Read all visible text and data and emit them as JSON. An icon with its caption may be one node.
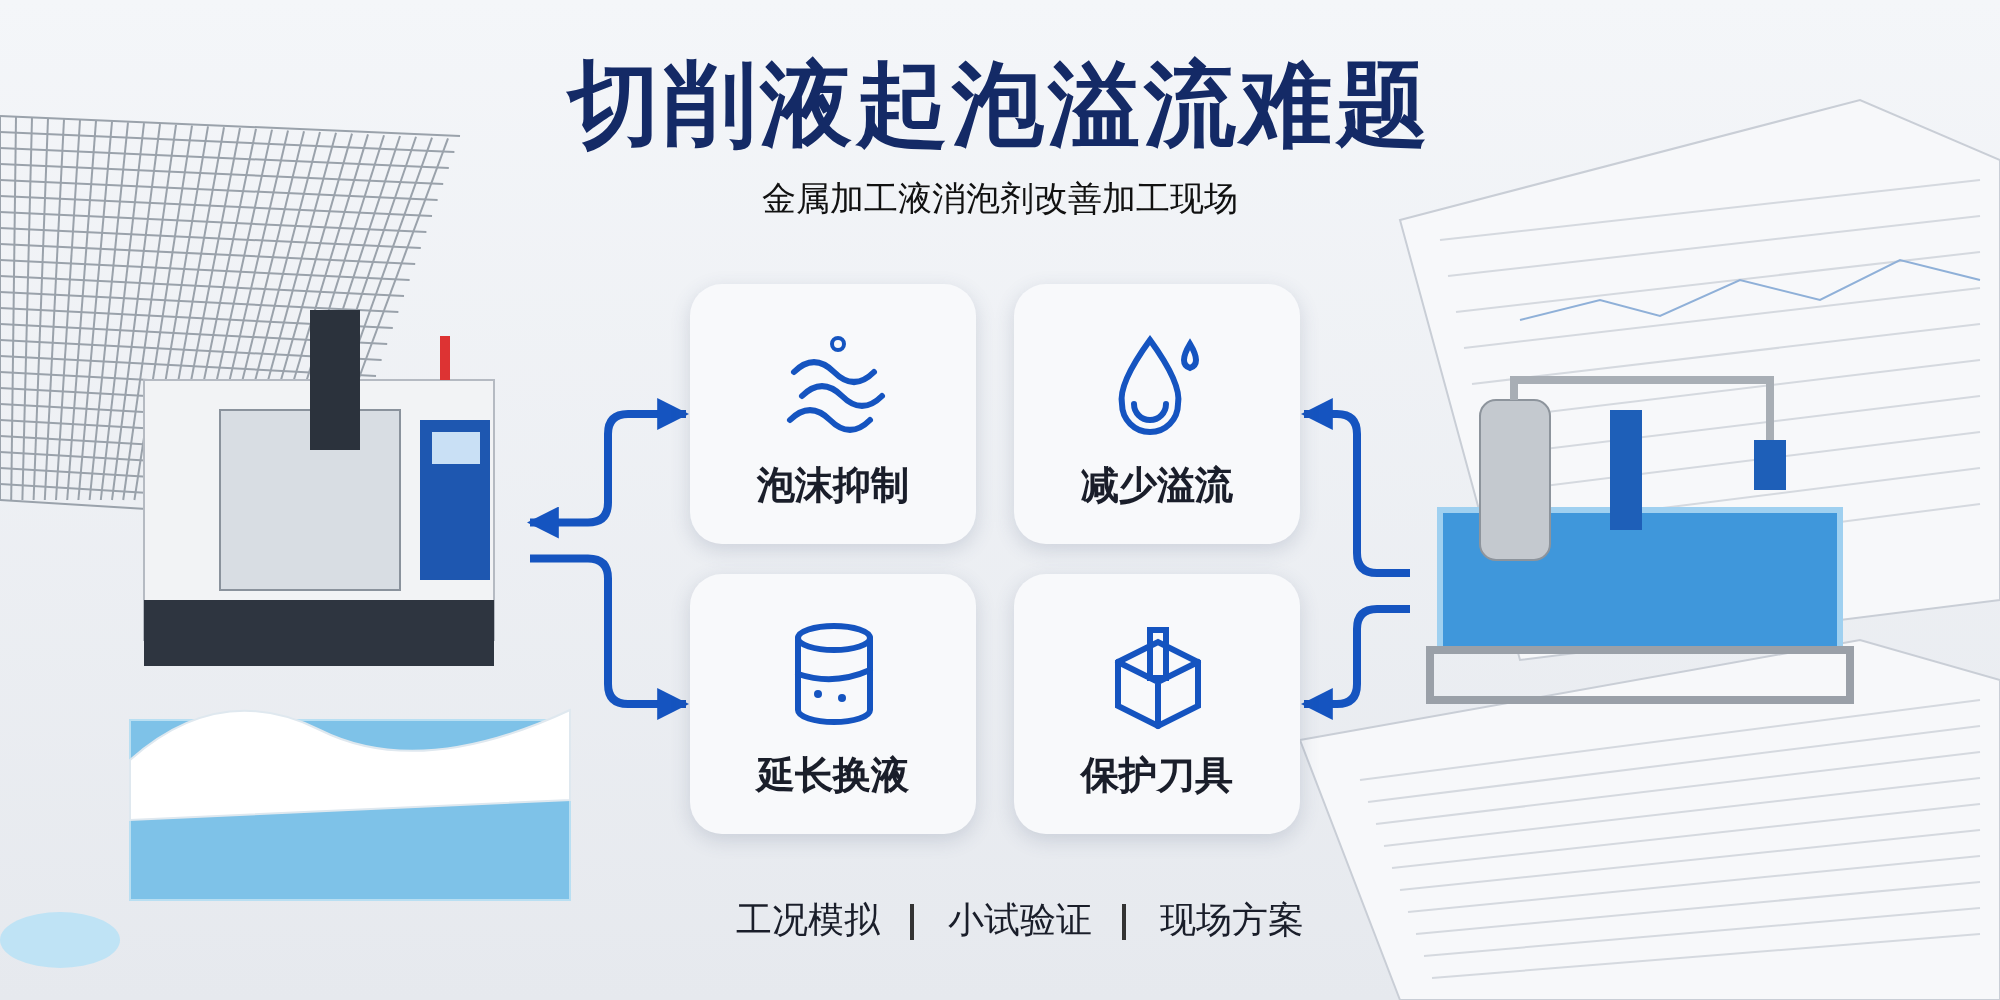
{
  "diagram": {
    "title": "切削液起泡溢流难题",
    "nodes": [
      {
        "text": [],
        "shape": "picture"
      },
      {
        "text": [
          "泡沫抑制"
        ]
      },
      {
        "text": [
          "减少溢流"
        ]
      },
      {
        "text": [
          "延长换液"
        ]
      },
      {
        "text": [
          "保护刀具"
        ]
      },
      {
        "text": [],
        "shape": "picture"
      }
    ],
    "edges": [
      {
        "from": 0,
        "to": 1,
        "arrow": "both"
      },
      {
        "from": 0,
        "to": 3,
        "arrow": "to"
      },
      {
        "from": 5,
        "to": 2,
        "arrow": "to"
      },
      {
        "from": 5,
        "to": 4,
        "arrow": "to"
      }
    ],
    "labels": [
      "金属加工液消泡剂改善加工现场",
      "工况模拟",
      "小试验证",
      "现场方案"
    ]
  }
}
